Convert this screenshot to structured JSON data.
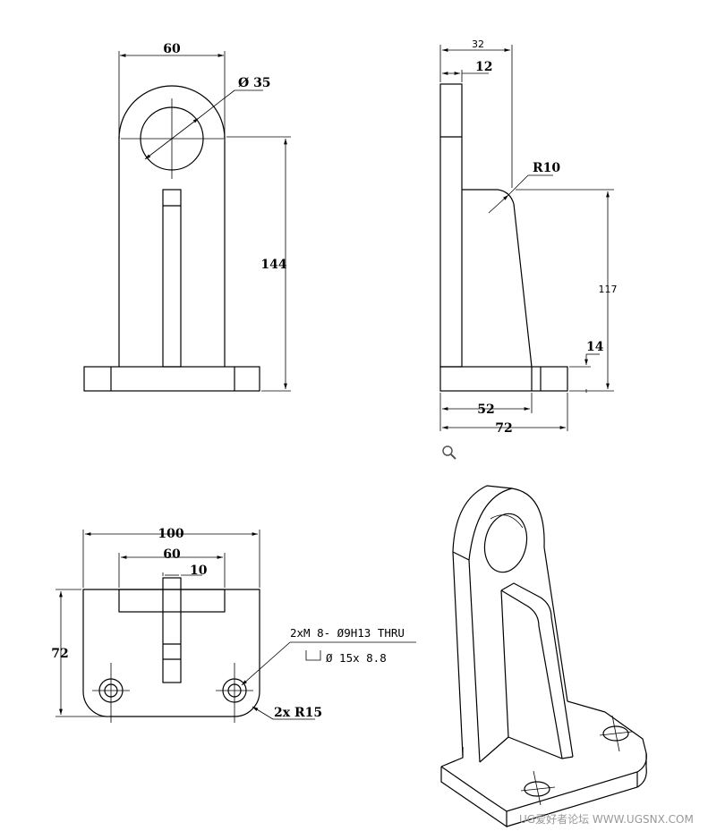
{
  "front_view": {
    "width": "60",
    "bore": "Ø 35",
    "height": "144"
  },
  "side_view": {
    "depth": "32",
    "plate": "12",
    "radius": "R10",
    "rib_height": "117",
    "base_thickness": "14",
    "rib_length": "52",
    "base_length": "72"
  },
  "top_view": {
    "width": "100",
    "inner_width": "60",
    "rib": "10",
    "depth": "72",
    "hole_note": "2xM 8- Ø9H13 THRU",
    "counterbore_note": "Ø 15x 8.8",
    "corner_radius": "2x R15"
  },
  "watermark": "UG爱好者论坛 WWW.UGSNX.COM",
  "icons": [
    "magnifier-icon"
  ]
}
